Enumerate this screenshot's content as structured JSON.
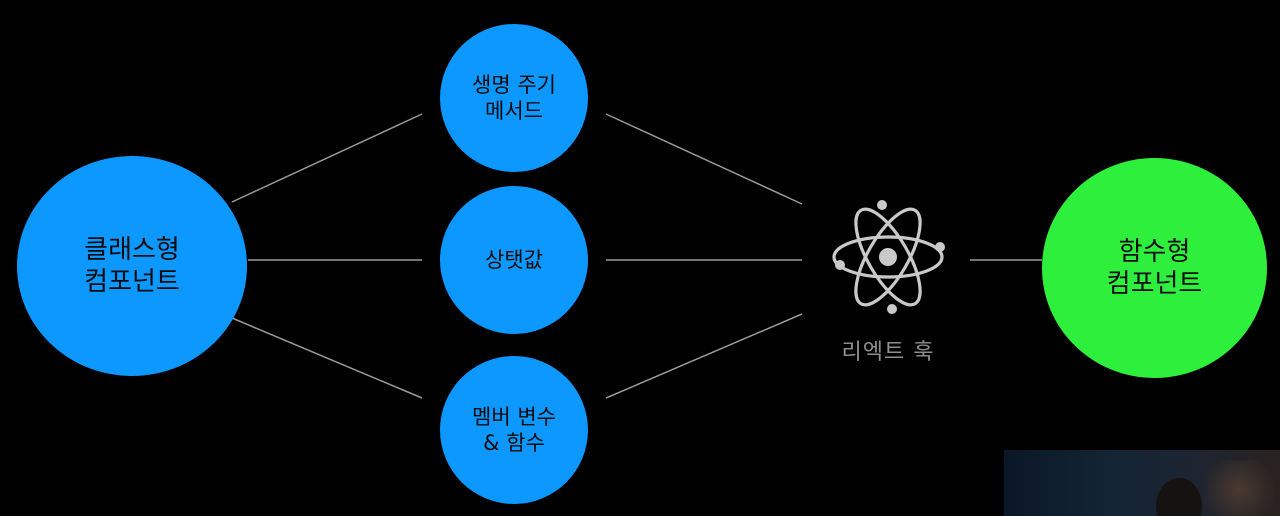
{
  "nodes": {
    "class_component": {
      "line1": "클래스형",
      "line2": "컴포넌트",
      "color": "#0c98ff"
    },
    "lifecycle_methods": {
      "line1": "생명 주기",
      "line2": "메서드",
      "color": "#0c98ff"
    },
    "state_value": {
      "line1": "상탯값",
      "color": "#0c98ff"
    },
    "member_vars_funcs": {
      "line1": "멤버 변수",
      "line2": "& 함수",
      "color": "#0c98ff"
    },
    "function_component": {
      "line1": "함수형",
      "line2": "컴포넌트",
      "color": "#2ef03c"
    }
  },
  "react_hooks": {
    "label": "리엑트 훅",
    "icon": "react-atom-icon"
  },
  "connector_color": "#9a9a9a"
}
